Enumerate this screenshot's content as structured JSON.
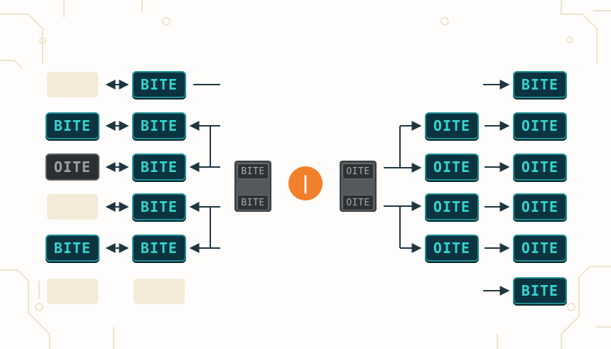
{
  "node_label": "BITE",
  "dim_label": "OITE",
  "stack_label": "BITE",
  "stack_dim_label": "OITE",
  "center_label": "|",
  "colors": {
    "teal_fill": "#0b3340",
    "teal_border": "#1f8f93",
    "teal_text": "#33d6cf",
    "dark_fill": "#2c2f31",
    "empty_fill": "#f3ead8",
    "accent_orange": "#f27f2a",
    "line": "#1f3640"
  }
}
